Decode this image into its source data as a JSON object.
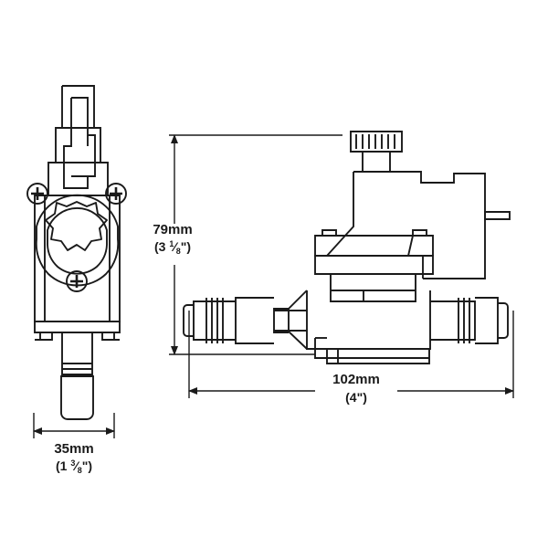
{
  "drawing": {
    "title": "Valve assembly technical line drawing",
    "background_color": "#ffffff",
    "line_color": "#1a1a1a",
    "views": [
      {
        "name": "front-view",
        "description": "Front elevation showing splined collar, clamp ring and three fixing screws"
      },
      {
        "name": "side-view",
        "description": "Side elevation showing knurled cap, body, flange and inlet/outlet barrels"
      }
    ]
  },
  "dimensions": {
    "height": {
      "name": "height-dimension",
      "metric": "79mm",
      "imperial_whole": "3",
      "imperial_num": "1",
      "imperial_den": "8",
      "imperial_full": "(3 1/8\")",
      "open_paren": "(",
      "close_paren": "\")",
      "orientation": "vertical"
    },
    "width": {
      "name": "width-dimension",
      "metric": "102mm",
      "imperial_full": "(4\")",
      "orientation": "horizontal"
    },
    "depth": {
      "name": "depth-dimension",
      "metric": "35mm",
      "imperial_whole": "1",
      "imperial_num": "3",
      "imperial_den": "8",
      "imperial_full": "(1 3/8\")",
      "open_paren": "(",
      "close_paren": "\")",
      "orientation": "horizontal"
    }
  },
  "components": {
    "splined_collar": "8-lobe splined collar",
    "clamp_ring": "C-shaped clamp ring",
    "screws": [
      "screw-left",
      "screw-right",
      "screw-bottom"
    ],
    "knurled_cap": "knurled adjustment cap",
    "left_barrel": "left inlet barrel with ribbed section",
    "right_barrel": "right outlet barrel with ribbed section",
    "base_flange": "base mounting flange",
    "side_rod": "side actuating rod"
  }
}
